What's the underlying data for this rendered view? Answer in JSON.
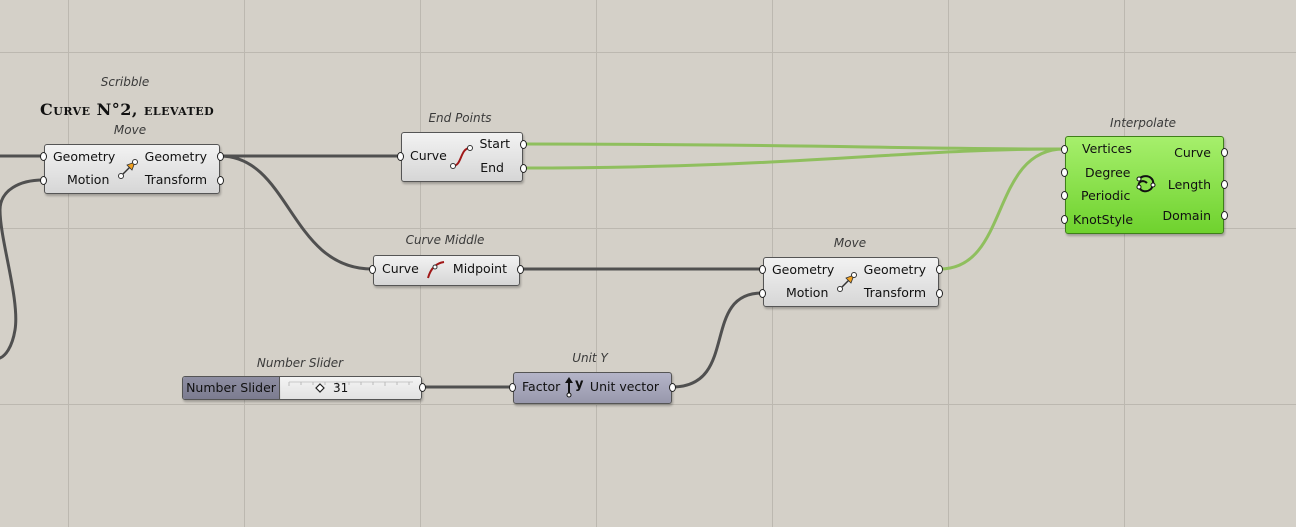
{
  "canvas": {
    "annotation": "Curve N°2, elevated",
    "scribble_label": "Scribble"
  },
  "nodes": {
    "move1": {
      "title": "Move",
      "inputs": [
        "Geometry",
        "Motion"
      ],
      "outputs": [
        "Geometry",
        "Transform"
      ]
    },
    "end_points": {
      "title": "End Points",
      "inputs": [
        "Curve"
      ],
      "outputs": [
        "Start",
        "End"
      ]
    },
    "curve_middle": {
      "title": "Curve Middle",
      "inputs": [
        "Curve"
      ],
      "outputs": [
        "Midpoint"
      ]
    },
    "move2": {
      "title": "Move",
      "inputs": [
        "Geometry",
        "Motion"
      ],
      "outputs": [
        "Geometry",
        "Transform"
      ]
    },
    "number_slider": {
      "title": "Number Slider",
      "label": "Number Slider",
      "value": "31"
    },
    "unit_y": {
      "title": "Unit Y",
      "inputs": [
        "Factor"
      ],
      "outputs": [
        "Unit vector"
      ]
    },
    "interpolate": {
      "title": "Interpolate",
      "inputs": [
        "Vertices",
        "Degree",
        "Periodic",
        "KnotStyle"
      ],
      "outputs": [
        "Curve",
        "Length",
        "Domain"
      ]
    }
  },
  "colors": {
    "canvas": "#d4d0c8",
    "wire_default": "#505050",
    "wire_selected": "#7cc33f",
    "node_selected": "#8ae04a"
  }
}
